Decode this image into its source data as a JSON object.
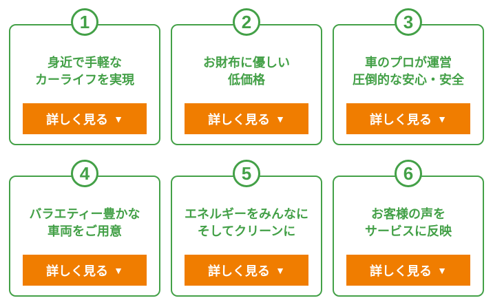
{
  "colors": {
    "green": "#43a047",
    "orange": "#f07d00",
    "white": "#ffffff"
  },
  "ui": {
    "details_caret": "▼"
  },
  "cards": [
    {
      "number": "1",
      "title_line1": "身近で手軽な",
      "title_line2": "カーライフを実現",
      "button_label": "詳しく見る"
    },
    {
      "number": "2",
      "title_line1": "お財布に優しい",
      "title_line2": "低価格",
      "button_label": "詳しく見る"
    },
    {
      "number": "3",
      "title_line1": "車のプロが運営",
      "title_line2": "圧倒的な安心・安全",
      "button_label": "詳しく見る"
    },
    {
      "number": "4",
      "title_line1": "バラエティー豊かな",
      "title_line2": "車両をご用意",
      "button_label": "詳しく見る"
    },
    {
      "number": "5",
      "title_line1": "エネルギーをみんなに",
      "title_line2": "そしてクリーンに",
      "button_label": "詳しく見る"
    },
    {
      "number": "6",
      "title_line1": "お客様の声を",
      "title_line2": "サービスに反映",
      "button_label": "詳しく見る"
    }
  ]
}
